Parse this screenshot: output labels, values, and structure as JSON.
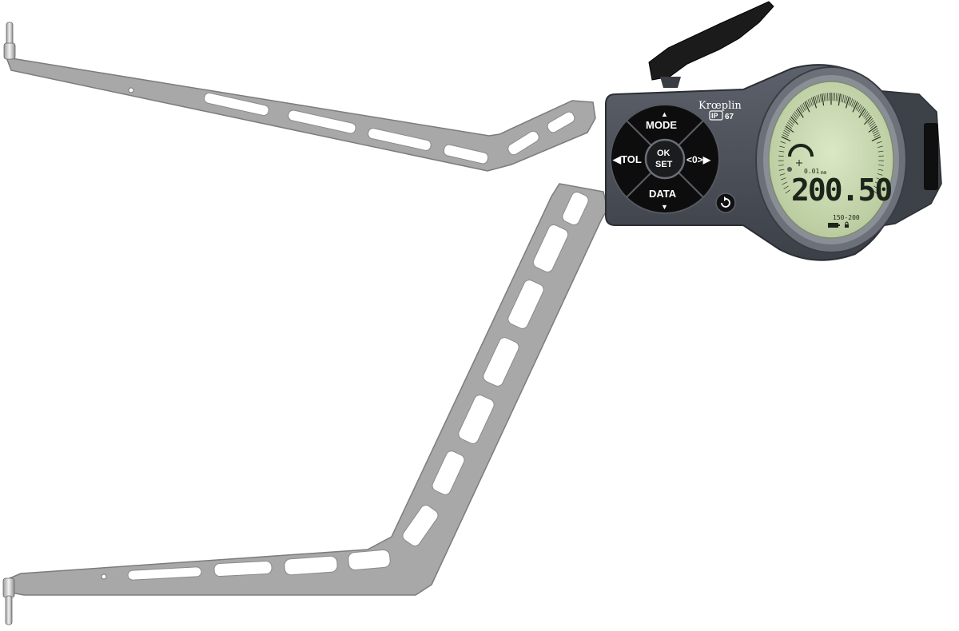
{
  "device": {
    "brand": "Krœplin",
    "ip_badge": "IP",
    "ip_rating": "67"
  },
  "buttons": {
    "mode": "MODE",
    "mode_arrow": "▲",
    "tol": "◀TOL",
    "zero": "<0>▶",
    "ok": "OK",
    "set": "SET",
    "data": "DATA",
    "data_arrow": "▼",
    "side_icon": "rotate-icon"
  },
  "display": {
    "reading": "200.50",
    "resolution": "0.01",
    "unit": "mm",
    "range": "150-200",
    "indicator_icons": [
      "battery-icon",
      "lock-icon",
      "gap-icon"
    ]
  },
  "colors": {
    "arm": "#a4a4a4",
    "arm_edge": "#7a7a7a",
    "housing": "#4b5059",
    "housing_dark": "#2d3037",
    "keypad": "#111111",
    "lcd": "#cdddb4",
    "lever": "#1b1b1b"
  }
}
